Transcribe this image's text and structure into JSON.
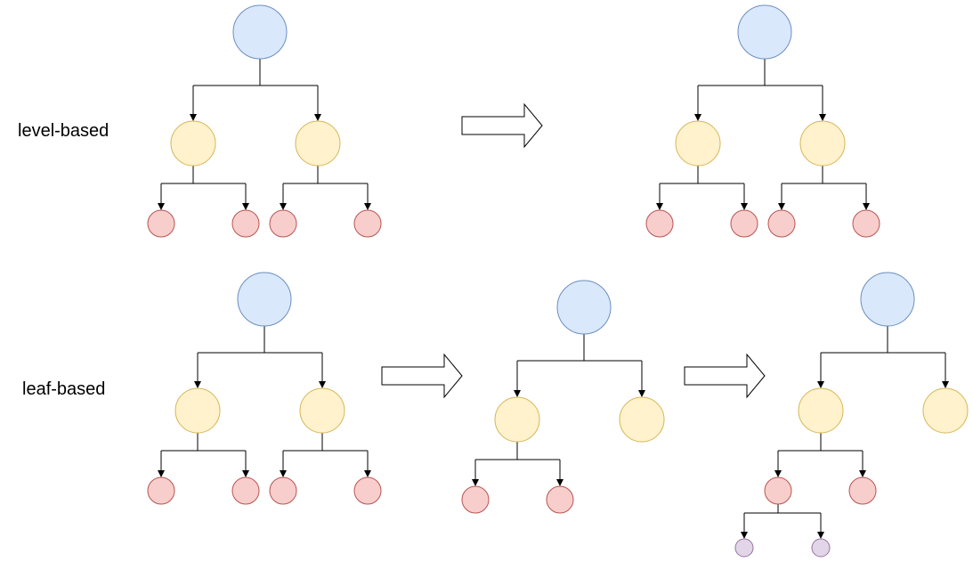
{
  "labels": {
    "level": "level-based",
    "leaf": "leaf-based"
  },
  "colors": {
    "root_fill": "#dae8fc",
    "root_stroke": "#6c8ebf",
    "mid_fill": "#fff2cc",
    "mid_stroke": "#d6b656",
    "leaf_fill": "#f8cecc",
    "leaf_stroke": "#b85450",
    "deep_fill": "#e1d5e7",
    "deep_stroke": "#9673a6",
    "edge": "#000000",
    "arrow_fill": "#ffffff",
    "arrow_stroke": "#000000"
  },
  "diagrams": [
    {
      "id": "level-based-before",
      "children": [
        {
          "children": 2
        },
        {
          "children": 2
        }
      ]
    },
    {
      "id": "level-based-after",
      "children": [
        {
          "children": 2
        },
        {
          "children": 2
        }
      ]
    },
    {
      "id": "leaf-based-step-1",
      "children": [
        {
          "children": 2
        },
        {
          "children": 2
        }
      ]
    },
    {
      "id": "leaf-based-step-2",
      "children": [
        {
          "children": 2
        },
        {
          "children": 0
        }
      ]
    },
    {
      "id": "leaf-based-step-3",
      "children": [
        {
          "children": 2,
          "grow_first": true
        },
        {
          "children": 0
        }
      ]
    }
  ]
}
